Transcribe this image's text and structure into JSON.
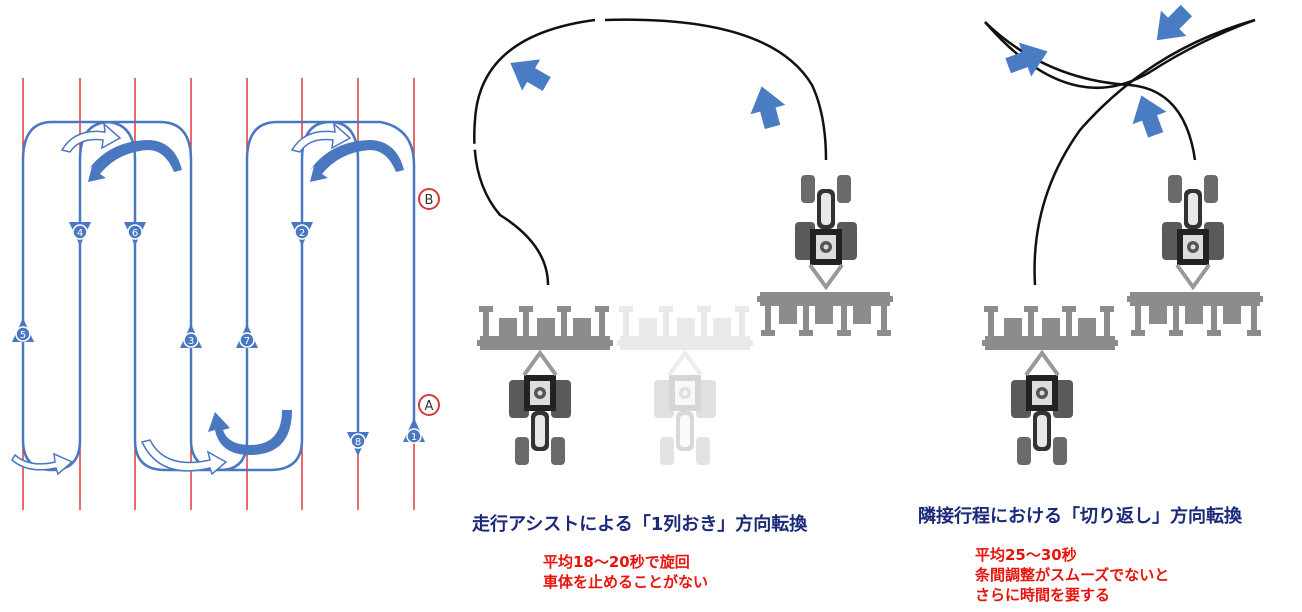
{
  "left_diagram": {
    "steps": [
      "1",
      "2",
      "3",
      "4",
      "5",
      "6",
      "7",
      "8"
    ],
    "markers": {
      "a": "A",
      "b": "B"
    },
    "colors": {
      "path": "#4a78c0",
      "guide_line": "#e23a3a",
      "marker_ring": "#d23c3c"
    }
  },
  "middle_panel": {
    "caption": "走行アシストによる「1列おき」方向転換",
    "note_line1": "平均18～20秒で旋回",
    "note_line2": "車体を止めることがない"
  },
  "right_panel": {
    "caption": "隣接行程における「切り返し」方向転換",
    "note_line1": "平均25～30秒",
    "note_line2": "条間調整がスムーズでないと",
    "note_line3": "さらに時間を要する"
  },
  "colors": {
    "arrow": "#4a7cc4",
    "caption_blue": "#1a2a78",
    "note_red": "#e8140c"
  }
}
